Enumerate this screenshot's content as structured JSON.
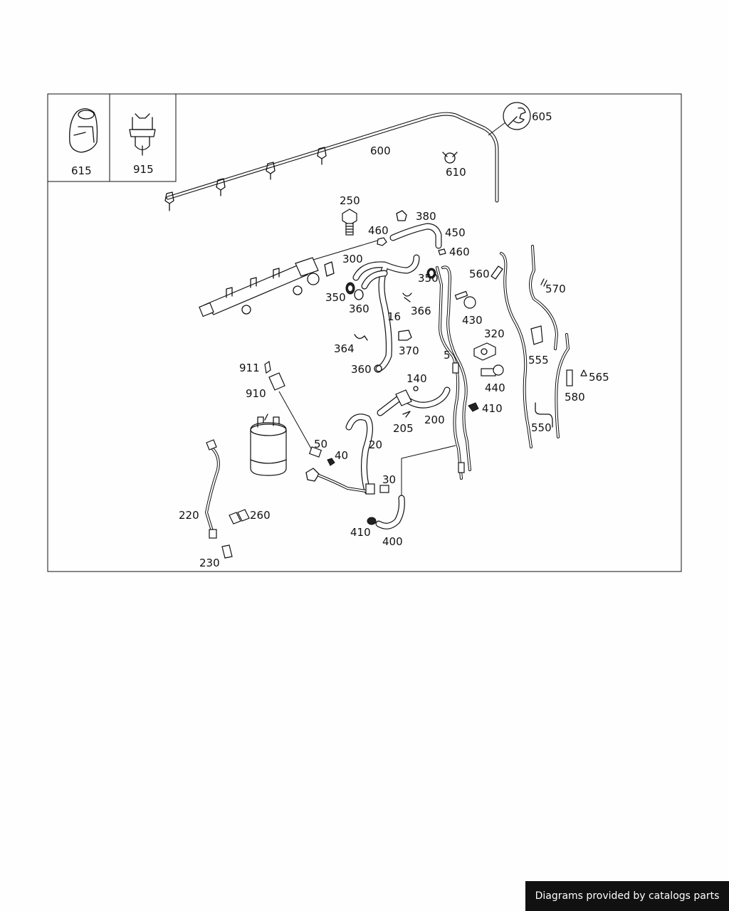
{
  "inset_labels": {
    "left": "615",
    "right": "915"
  },
  "callouts": {
    "c600": "600",
    "c605": "605",
    "c610": "610",
    "c250": "250",
    "c380": "380",
    "c460a": "460",
    "c450": "450",
    "c460b": "460",
    "c300": "300",
    "c350a": "350",
    "c350b": "350",
    "c360a": "360",
    "c16": "16",
    "c366": "366",
    "c430": "430",
    "c560": "560",
    "c570": "570",
    "c320": "320",
    "c364": "364",
    "c370": "370",
    "c5": "5",
    "c555": "555",
    "c565": "565",
    "c580": "580",
    "c360b": "360",
    "c911": "911",
    "c140": "140",
    "c440": "440",
    "c910": "910",
    "c410a": "410",
    "c200": "200",
    "c205": "205",
    "c550": "550",
    "c50": "50",
    "c40": "40",
    "c20": "20",
    "c30": "30",
    "c220": "220",
    "c260": "260",
    "c410b": "410",
    "c400": "400",
    "c230": "230"
  },
  "footer": {
    "text": "Diagrams provided by catalogs parts"
  }
}
